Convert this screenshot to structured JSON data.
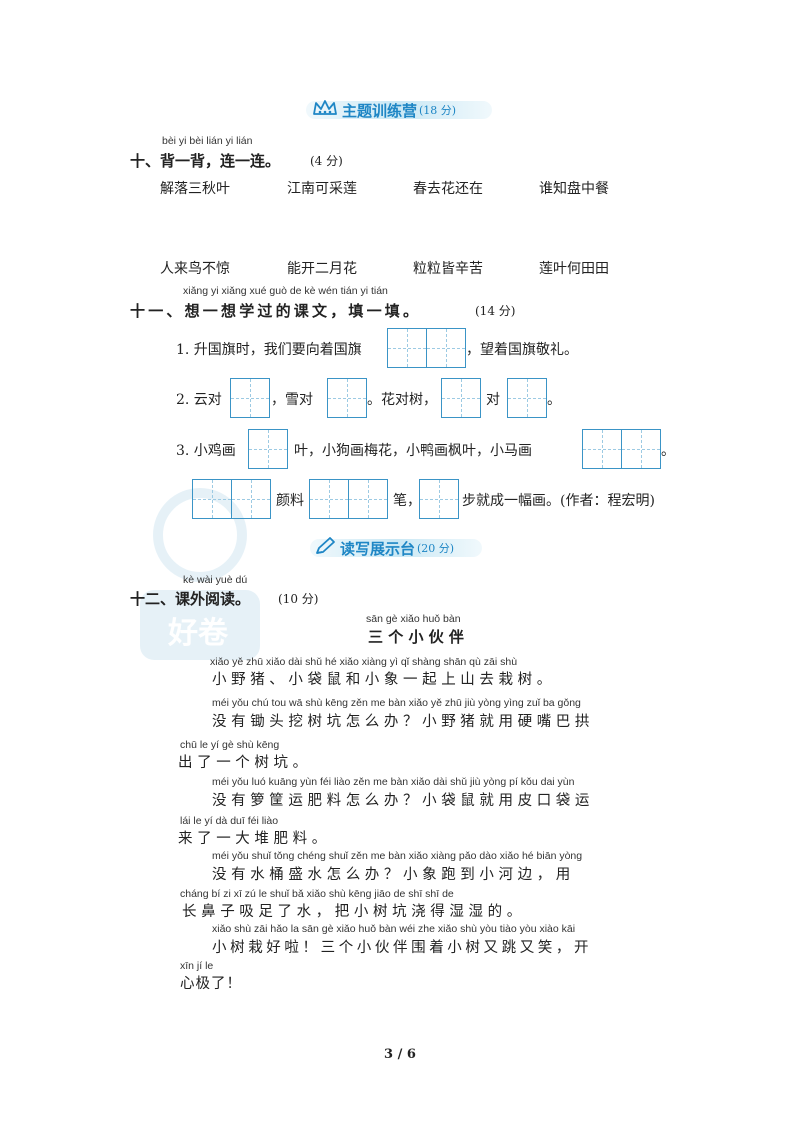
{
  "banner1": {
    "title": "主题训练营",
    "score": "(18 分)"
  },
  "q10": {
    "pinyin": "bèi yi bèi    lián yi lián",
    "title": "十、背一背，连一连。",
    "score": "(4 分)",
    "top_items": [
      "解落三秋叶",
      "江南可采莲",
      "春去花还在",
      "谁知盘中餐"
    ],
    "bottom_items": [
      "人来鸟不惊",
      "能开二月花",
      "粒粒皆辛苦",
      "莲叶何田田"
    ]
  },
  "q11": {
    "pinyin": "xiǎng yi xiǎng xué guò de kè wén    tián yi tián",
    "title": "十一、想一想学过的课文，填一填。",
    "score": "(14 分)",
    "l1a": "1. 升国旗时，我们要向着国旗",
    "l1b": "，望着国旗敬礼。",
    "l2a": "2. 云对",
    "l2b": "，雪对",
    "l2c": "。花对树，",
    "l2d": "对",
    "l2e": "。",
    "l3a": "3. 小鸡画",
    "l3b": "叶，小狗画梅花，小鸭画枫叶，小马画",
    "l3c": "。",
    "l4a": "颜料",
    "l4b": "笔，",
    "l4c": "步就成一幅画。(作者：程宏明)"
  },
  "banner2": {
    "title": "读写展示台",
    "score": "(20 分)"
  },
  "q12": {
    "pinyin": "kè wài yuè dú",
    "title": "十二、课外阅读。",
    "score": "(10 分)"
  },
  "story": {
    "title_pinyin": "sān gè xiǎo huǒ bàn",
    "title": "三 个 小 伙 伴",
    "lines": [
      {
        "py": "xiǎo yě zhū    xiǎo dài shǔ hé xiǎo xiàng yì   qǐ shàng shān qù zāi shù",
        "text": "小野猪、小袋鼠和小象一起上山去栽树。"
      },
      {
        "py": "méi yǒu chú tou wā shù kēng zěn me bàn    xiǎo yě zhū jiù yòng yìng zuǐ ba gǒng",
        "text": "没有锄头挖树坑怎么办？小野猪就用硬嘴巴拱"
      },
      {
        "py": "chū le   yí  gè shù kēng",
        "text": "出了一个树坑。"
      },
      {
        "py": "méi yǒu luó kuāng yùn féi liào zěn me bàn    xiǎo dài shǔ jiù yòng pí kǒu dai yùn",
        "text": "没有箩筐运肥料怎么办？小袋鼠就用皮口袋运"
      },
      {
        "py": "lái  le  yí  dà duī féi liào",
        "text": "来了一大堆肥料。"
      },
      {
        "py": "méi yǒu shuǐ tǒng chéng shuǐ zěn me bàn    xiǎo xiàng pǎo dào xiǎo hé biān    yòng",
        "text": "没有水桶盛水怎么办？小象跑到小河边，用"
      },
      {
        "py": "cháng bí  zi  xī  zú  le shuǐ    bǎ xiǎo shù kēng jiāo de shī shī de",
        "text": "长鼻子吸足了水，把小树坑浇得湿湿的。"
      },
      {
        "py": "xiǎo shù zāi hǎo la    sān gè xiǎo huǒ bàn wéi zhe xiǎo shù yòu tiào yòu xiào    kāi",
        "text": "小树栽好啦！三个小伙伴围着小树又跳又笑，开"
      },
      {
        "py": "xīn  jí   le",
        "text": "心极了！"
      }
    ]
  },
  "footer": {
    "page": "3 / 6"
  },
  "watermark": {
    "text": "好卷"
  }
}
